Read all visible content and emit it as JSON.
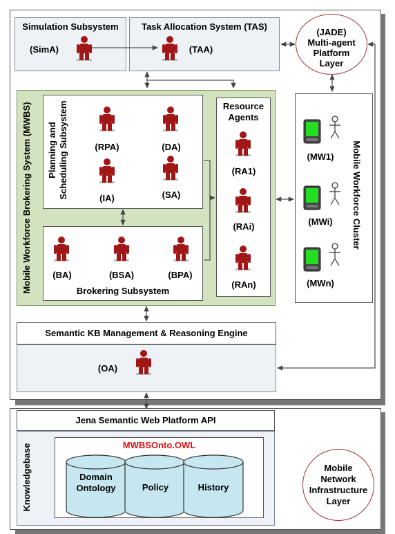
{
  "simulation": {
    "title": "Simulation Subsystem",
    "agent": "(SimA)"
  },
  "tas": {
    "title": "Task Allocation System (TAS)",
    "agent": "(TAA)"
  },
  "jade": {
    "line1": "(JADE)",
    "line2": "Multi-agent",
    "line3": "Platform",
    "line4": "Layer"
  },
  "mwbs": {
    "title": "Mobile Workforce Brokering System (MWBS)"
  },
  "planning": {
    "title_line1": "Planning and",
    "title_line2": "Scheduling Subsystem",
    "agents": [
      "(RPA)",
      "(DA)",
      "(IA)",
      "(SA)"
    ]
  },
  "brokering": {
    "title": "Brokering Subsystem",
    "agents": [
      "(BA)",
      "(BSA)",
      "(BPA)"
    ]
  },
  "resource": {
    "title_line1": "Resource",
    "title_line2": "Agents",
    "agents": [
      "(RA1)",
      "(RAi)",
      "(RAn)"
    ]
  },
  "cluster": {
    "title": "Mobile Workforce Cluster",
    "devices": [
      "(MW1)",
      "(MWi)",
      "(MWn)"
    ]
  },
  "semantic": {
    "title": "Semantic KB Management & Reasoning Engine",
    "agent": "(OA)"
  },
  "jena": {
    "title": "Jena Semantic Web Platform API"
  },
  "kb": {
    "title": "Knowledgebase",
    "onto_file": "MWBSOnto.OWL",
    "stores": [
      {
        "line1": "Domain",
        "line2": "Ontology"
      },
      {
        "line1": "Policy",
        "line2": ""
      },
      {
        "line1": "History",
        "line2": ""
      }
    ]
  },
  "network": {
    "line1": "Mobile",
    "line2": "Network",
    "line3": "Infrastructure",
    "line4": "Layer"
  },
  "colors": {
    "agent": "#a11616",
    "onto_text": "#e01010",
    "mwbs_fill": "#d4e3bf",
    "db_fill": "#c6e7ef",
    "screen": "#22dd22",
    "circle": "#a83030"
  }
}
